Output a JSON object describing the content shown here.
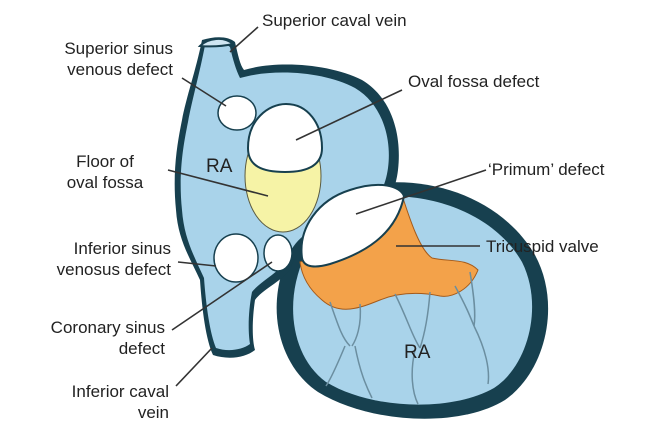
{
  "colors": {
    "chamber_fill": "#a9d3ea",
    "wall_outline": "#17404f",
    "defect_fill": "#ffffff",
    "oval_fossa_floor": "#f6f3a6",
    "tricuspid_valve": "#f3a24a",
    "pointer_line": "#333333"
  },
  "labels": {
    "superior_caval_vein": "Superior caval vein",
    "superior_sinus_venous_defect": [
      "Superior sinus",
      "venous defect"
    ],
    "oval_fossa_defect": "Oval fossa defect",
    "floor_of_oval_fossa": [
      "Floor of",
      "oval fossa"
    ],
    "primum_defect": "‘Primum’ defect",
    "inferior_sinus_venosus_defect": [
      "Inferior sinus",
      "venosus defect"
    ],
    "tricuspid_valve": "Tricuspid valve",
    "coronary_sinus_defect": [
      "Coronary sinus",
      "defect"
    ],
    "inferior_caval_vein": [
      "Inferior caval",
      "vein"
    ],
    "ra_atrium": "RA",
    "ra_ventricle": "RA"
  }
}
